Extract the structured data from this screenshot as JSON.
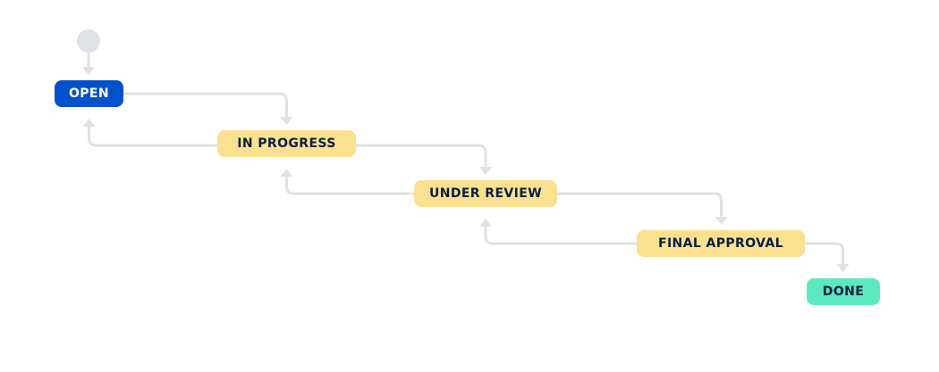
{
  "diagram": {
    "background": "#FFFFFF",
    "arrow_color": "#DFE1E6",
    "start_node": {
      "id": "start",
      "shape": "circle",
      "color": "#DFE1E6"
    },
    "nodes": [
      {
        "id": "open",
        "label": "OPEN",
        "bg": "#0052CC",
        "fg": "#FFFFFF"
      },
      {
        "id": "in-progress",
        "label": "IN PROGRESS",
        "bg": "#FAE08F",
        "fg": "#091E42"
      },
      {
        "id": "under-review",
        "label": "UNDER REVIEW",
        "bg": "#FAE08F",
        "fg": "#091E42"
      },
      {
        "id": "final-approval",
        "label": "FINAL APPROVAL",
        "bg": "#FAE08F",
        "fg": "#091E42"
      },
      {
        "id": "done",
        "label": "DONE",
        "bg": "#5BEAC0",
        "fg": "#091E42"
      }
    ],
    "transitions": [
      {
        "from": "start",
        "to": "open"
      },
      {
        "from": "open",
        "to": "in-progress"
      },
      {
        "from": "in-progress",
        "to": "open"
      },
      {
        "from": "in-progress",
        "to": "under-review"
      },
      {
        "from": "under-review",
        "to": "in-progress"
      },
      {
        "from": "under-review",
        "to": "final-approval"
      },
      {
        "from": "final-approval",
        "to": "under-review"
      },
      {
        "from": "final-approval",
        "to": "done"
      }
    ]
  }
}
